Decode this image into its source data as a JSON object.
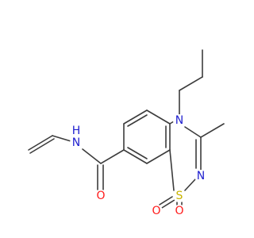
{
  "colors": {
    "bond": "#3c3c3c",
    "carbon": "#3c3c3c",
    "nitrogen": "#1f1fcf",
    "oxygen": "#ff1a1a",
    "sulfur": "#c8b400"
  },
  "atoms": [
    {
      "id": "N_amide",
      "label": "N",
      "element": "nitrogen"
    },
    {
      "id": "H_amide",
      "label": "H",
      "element": "nitrogen"
    },
    {
      "id": "N_ring4",
      "label": "N",
      "element": "nitrogen"
    },
    {
      "id": "N_ring2",
      "label": "N",
      "element": "nitrogen"
    },
    {
      "id": "S_ring",
      "label": "S",
      "element": "sulfur"
    },
    {
      "id": "O_carbonyl",
      "label": "O",
      "element": "oxygen"
    },
    {
      "id": "O_sulfonyl_left",
      "label": "O",
      "element": "oxygen"
    },
    {
      "id": "O_sulfonyl_right",
      "label": "O",
      "element": "oxygen"
    }
  ]
}
